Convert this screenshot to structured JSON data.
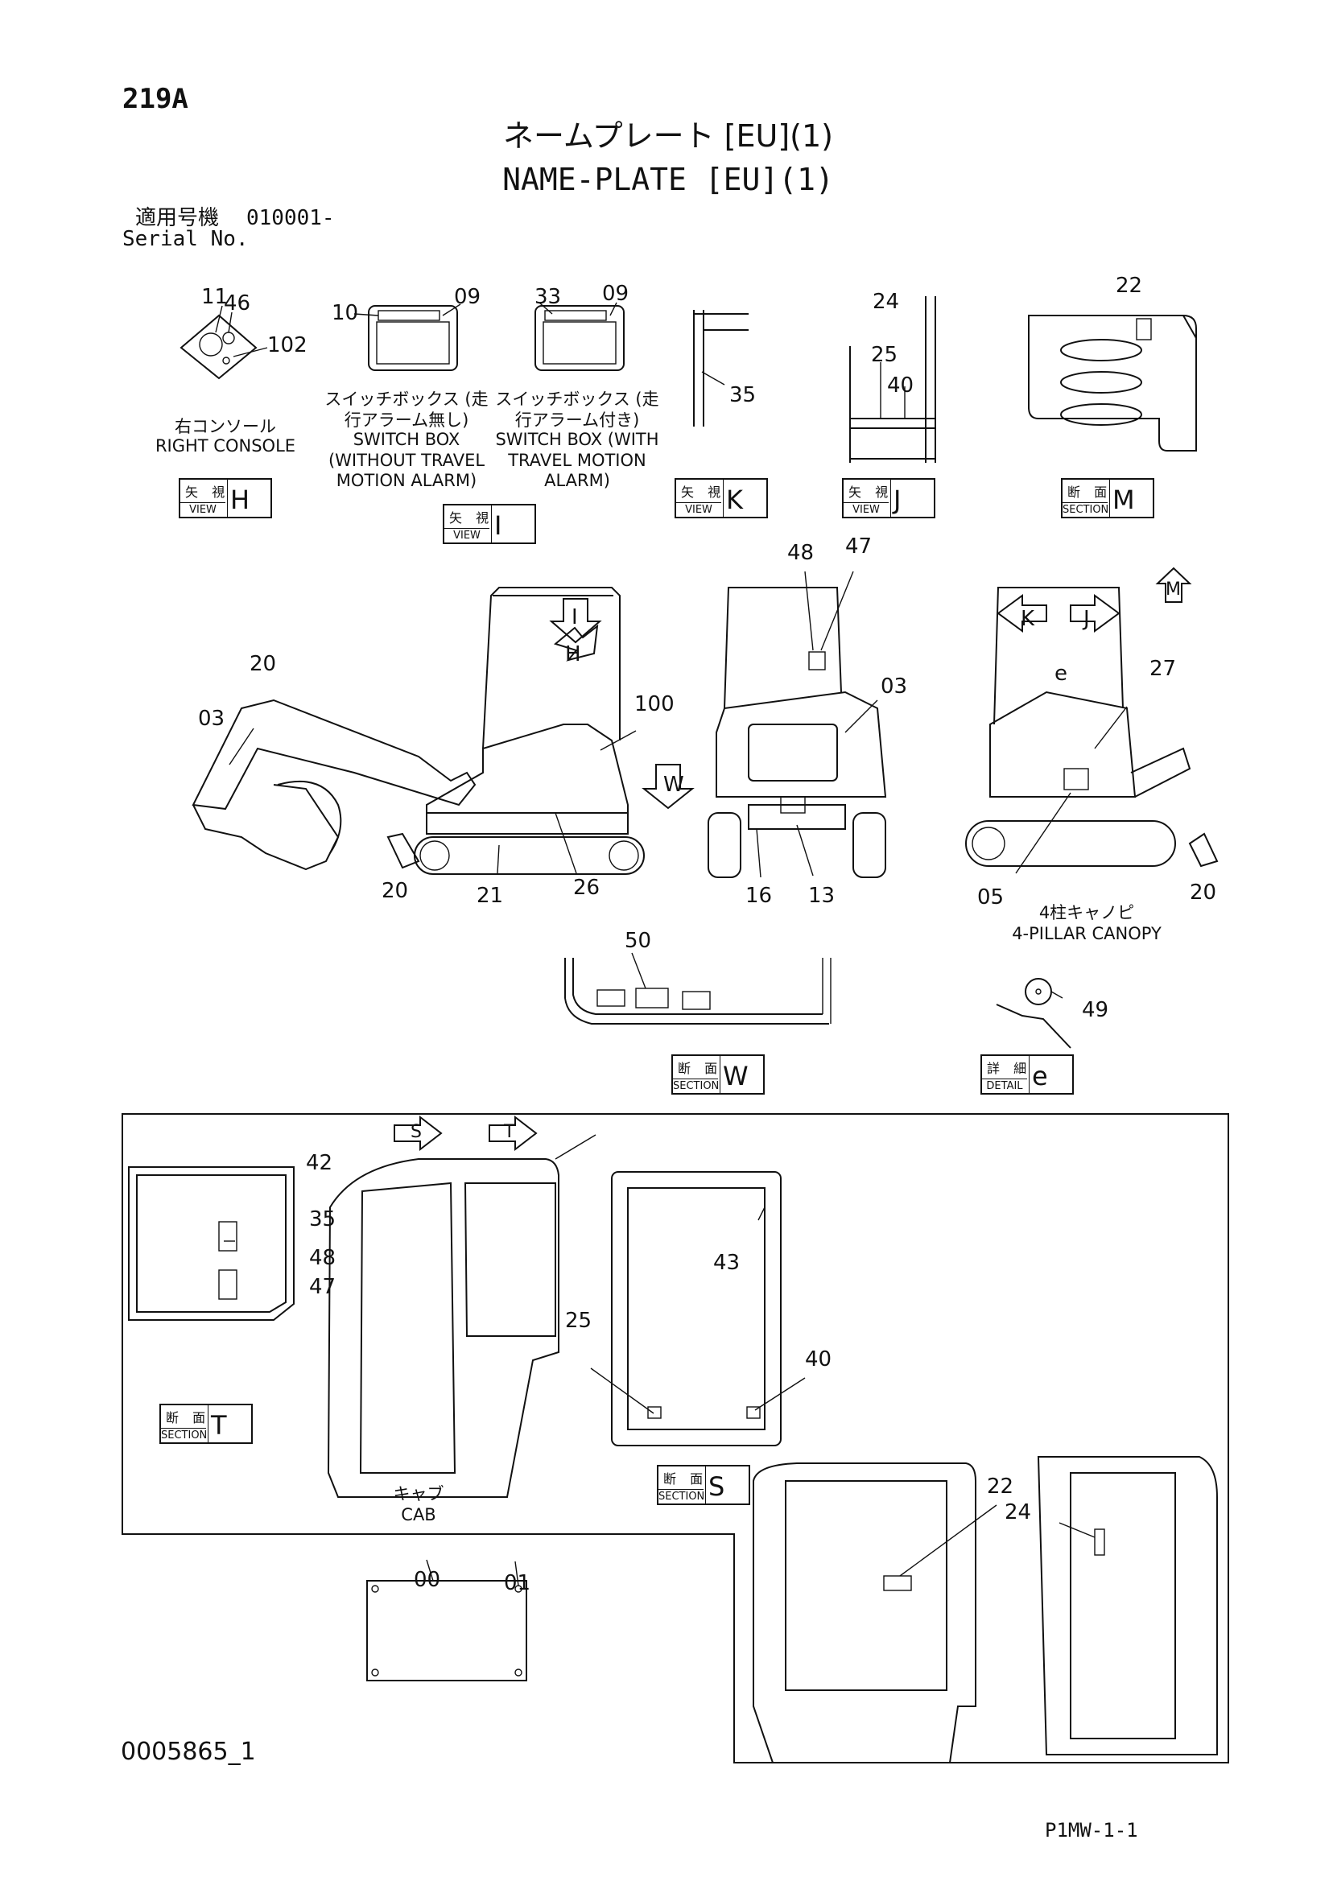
{
  "header": {
    "page_number": "219A",
    "title_jp": "ネームプレート [EU](1)",
    "title_en": "NAME-PLATE [EU](1)",
    "serial_label_jp": "適用号機",
    "serial_value": "010001-",
    "serial_label_en": "Serial No."
  },
  "captions": {
    "right_console_jp": "右コンソール",
    "right_console_en": "RIGHT CONSOLE",
    "switch_box_no_alarm_jp": "スイッチボックス (走行アラーム無し)",
    "switch_box_no_alarm_en": "SWITCH BOX (WITHOUT TRAVEL MOTION ALARM)",
    "switch_box_alarm_jp": "スイッチボックス (走行アラーム付き)",
    "switch_box_alarm_en": "SWITCH BOX (WITH TRAVEL MOTION ALARM)",
    "canopy_jp": "4柱キャノピ",
    "canopy_en": "4-PILLAR CANOPY",
    "cab_jp": "キャブ",
    "cab_en": "CAB"
  },
  "view_boxes": [
    {
      "jp": "矢 視",
      "en": "VIEW",
      "letter": "H"
    },
    {
      "jp": "矢 視",
      "en": "VIEW",
      "letter": "I"
    },
    {
      "jp": "矢 視",
      "en": "VIEW",
      "letter": "K"
    },
    {
      "jp": "矢 視",
      "en": "VIEW",
      "letter": "J"
    },
    {
      "jp": "断 面",
      "en": "SECTION",
      "letter": "M"
    },
    {
      "jp": "断 面",
      "en": "SECTION",
      "letter": "W"
    },
    {
      "jp": "詳 細",
      "en": "DETAIL",
      "letter": "e"
    },
    {
      "jp": "断 面",
      "en": "SECTION",
      "letter": "T"
    },
    {
      "jp": "断 面",
      "en": "SECTION",
      "letter": "S"
    }
  ],
  "arrow_labels": [
    "I",
    "H",
    "W",
    "K",
    "J",
    "M",
    "S",
    "T",
    "e"
  ],
  "callouts": [
    "11",
    "46",
    "102",
    "10",
    "09",
    "33",
    "09",
    "24",
    "25",
    "40",
    "35",
    "22",
    "48",
    "47",
    "20",
    "03",
    "100",
    "03",
    "27",
    "20",
    "21",
    "26",
    "16",
    "13",
    "05",
    "20",
    "50",
    "49",
    "42",
    "35",
    "48",
    "47",
    "43",
    "25",
    "40",
    "22",
    "24",
    "00",
    "01"
  ],
  "footer": {
    "drawing_id": "0005865_1",
    "sheet_code": "P1MW-1-1"
  }
}
